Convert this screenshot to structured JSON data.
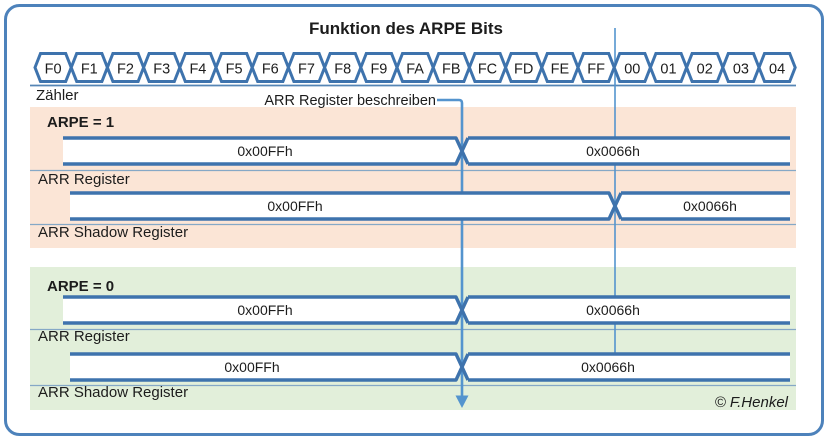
{
  "title": "Funktion des ARPE Bits",
  "counter": {
    "label": "Zähler",
    "values": [
      "F0",
      "F1",
      "F2",
      "F3",
      "F4",
      "F5",
      "F6",
      "F7",
      "F8",
      "F9",
      "FA",
      "FB",
      "FC",
      "FD",
      "FE",
      "FF",
      "00",
      "01",
      "02",
      "03",
      "04"
    ]
  },
  "annotation": "ARR Register beschreiben",
  "credit": "© F.Henkel",
  "sections": [
    {
      "name": "ARPE = 1",
      "rows": [
        {
          "label": "ARR Register",
          "before": "0x00FFh",
          "after": "0x0066h"
        },
        {
          "label": "ARR Shadow Register",
          "before": "0x00FFh",
          "after": "0x0066h"
        }
      ]
    },
    {
      "name": "ARPE = 0",
      "rows": [
        {
          "label": "ARR Register",
          "before": "0x00FFh",
          "after": "0x0066h"
        },
        {
          "label": "ARR Shadow Register",
          "before": "0x00FFh",
          "after": "0x0066h"
        }
      ]
    }
  ],
  "colors": {
    "bus_line": "#3e73ad",
    "frame": "#4d82bb",
    "marker_line": "#5494ce",
    "arpe1_bg": "#fbe5d6",
    "arpe0_bg": "#e2efda"
  }
}
